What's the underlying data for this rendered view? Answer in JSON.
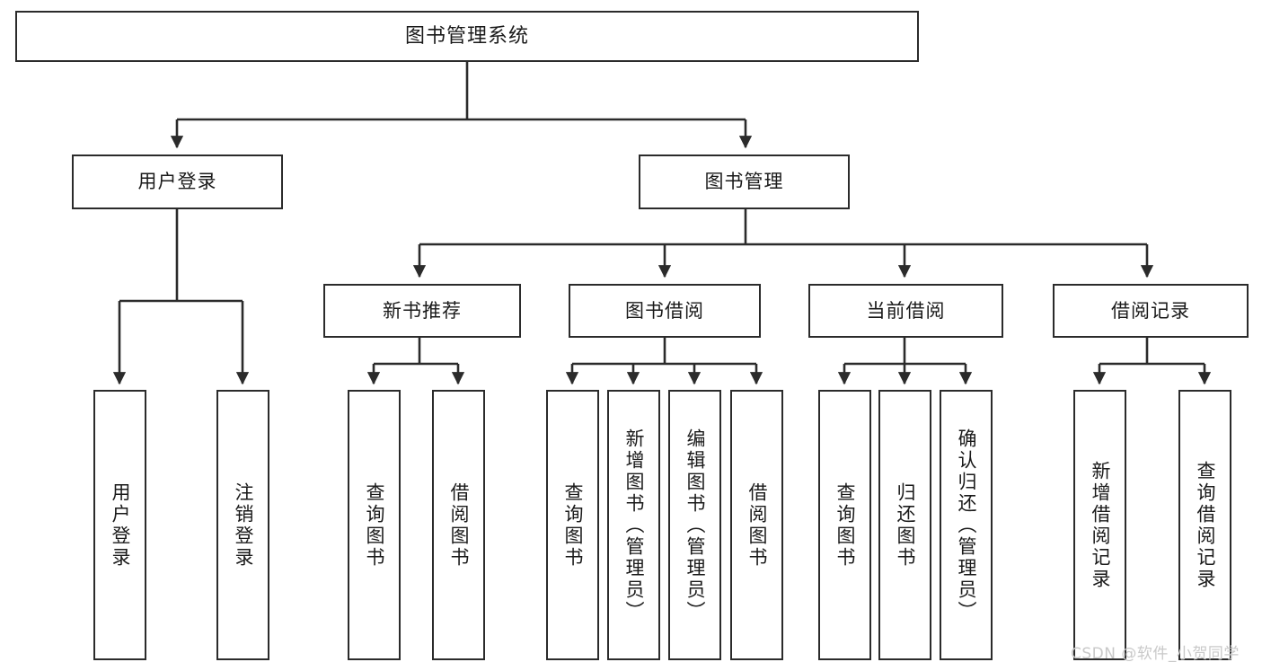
{
  "diagram": {
    "title": "图书管理系统",
    "type": "tree",
    "root": {
      "label": "图书管理系统"
    },
    "level2": [
      {
        "label": "用户登录"
      },
      {
        "label": "图书管理"
      }
    ],
    "level3": [
      {
        "label": "新书推荐"
      },
      {
        "label": "图书借阅"
      },
      {
        "label": "当前借阅"
      },
      {
        "label": "借阅记录"
      }
    ],
    "leaves": [
      {
        "label": "用户登录"
      },
      {
        "label": "注销登录"
      },
      {
        "label": "查询图书"
      },
      {
        "label": "借阅图书"
      },
      {
        "label": "查询图书"
      },
      {
        "label": "新增图书（管理员）"
      },
      {
        "label": "编辑图书（管理员）"
      },
      {
        "label": "借阅图书"
      },
      {
        "label": "查询图书"
      },
      {
        "label": "归还图书"
      },
      {
        "label": "确认归还（管理员）"
      },
      {
        "label": "新增借阅记录"
      },
      {
        "label": "查询借阅记录"
      }
    ]
  },
  "watermark": {
    "text": "CSDN @软件_小贺同学"
  },
  "colors": {
    "stroke": "#2b2b2b",
    "fill": "#ffffff",
    "text": "#1a1a1a",
    "watermark": "#c9c9c9"
  }
}
